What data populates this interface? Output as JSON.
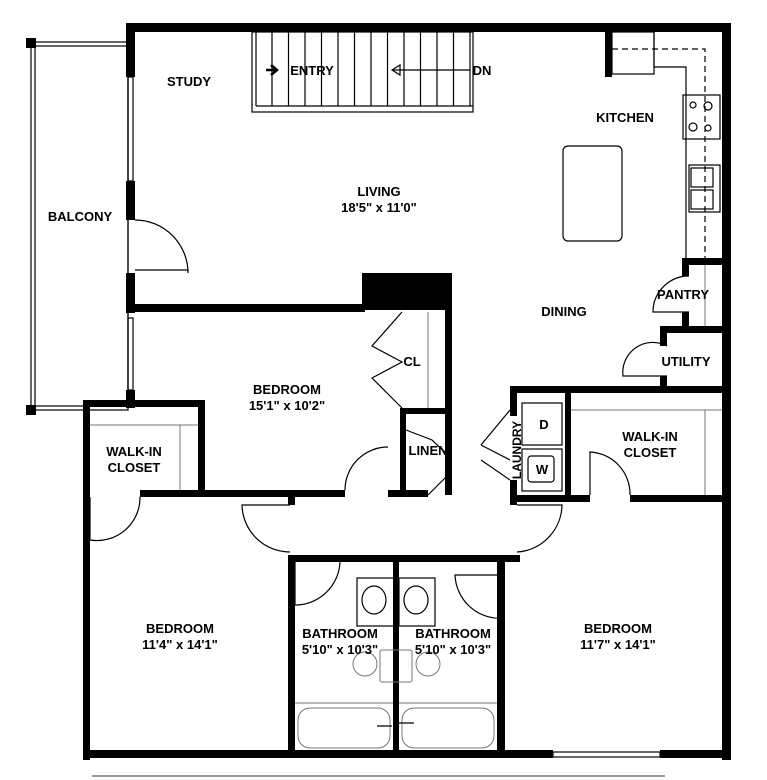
{
  "plan": {
    "rooms": {
      "study": {
        "name": "STUDY"
      },
      "entry": {
        "name": "ENTRY"
      },
      "stairs": {
        "direction": "DN"
      },
      "kitchen": {
        "name": "KITCHEN"
      },
      "living": {
        "name": "LIVING",
        "dims": "18'5\" x 11'0\""
      },
      "balcony": {
        "name": "BALCONY"
      },
      "dining": {
        "name": "DINING"
      },
      "pantry": {
        "name": "PANTRY"
      },
      "utility": {
        "name": "UTILITY"
      },
      "bedroom_main": {
        "name": "BEDROOM",
        "dims": "15'1\" x 10'2\""
      },
      "closet": {
        "name": "CL"
      },
      "linen": {
        "name": "LINEN"
      },
      "laundry": {
        "name": "LAUNDRY",
        "dryer": "D",
        "washer": "W"
      },
      "walkin_left": {
        "line1": "WALK-IN",
        "line2": "CLOSET"
      },
      "walkin_right": {
        "line1": "WALK-IN",
        "line2": "CLOSET"
      },
      "bedroom_left": {
        "name": "BEDROOM",
        "dims": "11'4\" x 14'1\""
      },
      "bath_left": {
        "name": "BATHROOM",
        "dims": "5'10\" x 10'3\""
      },
      "bath_right": {
        "name": "BATHROOM",
        "dims": "5'10\" x 10'3\""
      },
      "bedroom_right": {
        "name": "BEDROOM",
        "dims": "11'7\" x 14'1\""
      }
    }
  }
}
